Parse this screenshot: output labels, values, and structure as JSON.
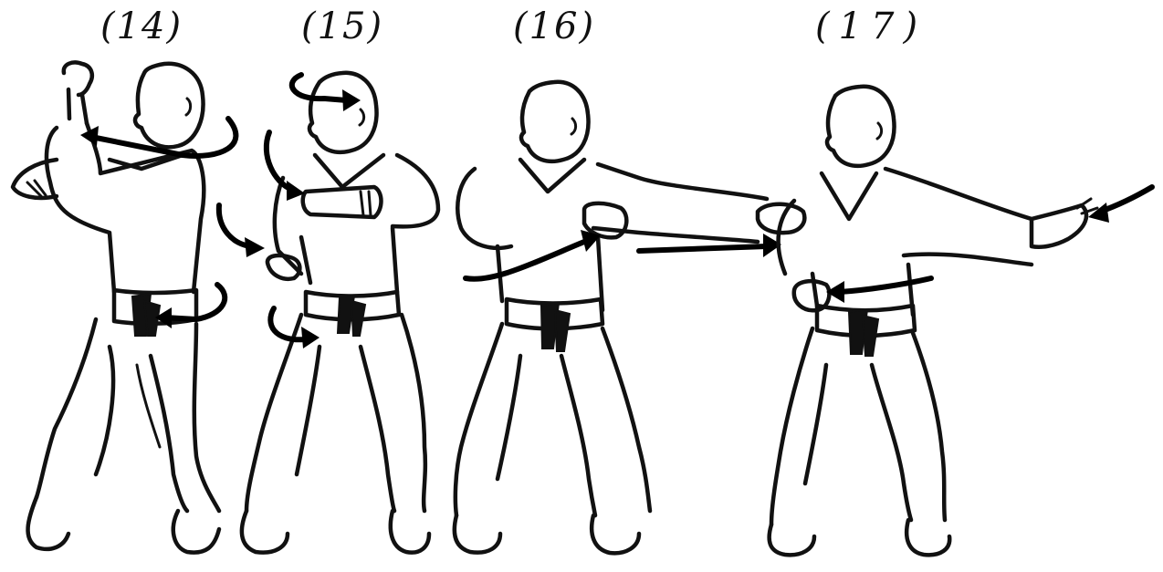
{
  "figures": [
    {
      "id": "14",
      "label": "(14)"
    },
    {
      "id": "15",
      "label": "(15)"
    },
    {
      "id": "16",
      "label": "(16)"
    },
    {
      "id": "17",
      "label": "(17)"
    }
  ],
  "ink_color": "#111111",
  "background_color": "#ffffff"
}
